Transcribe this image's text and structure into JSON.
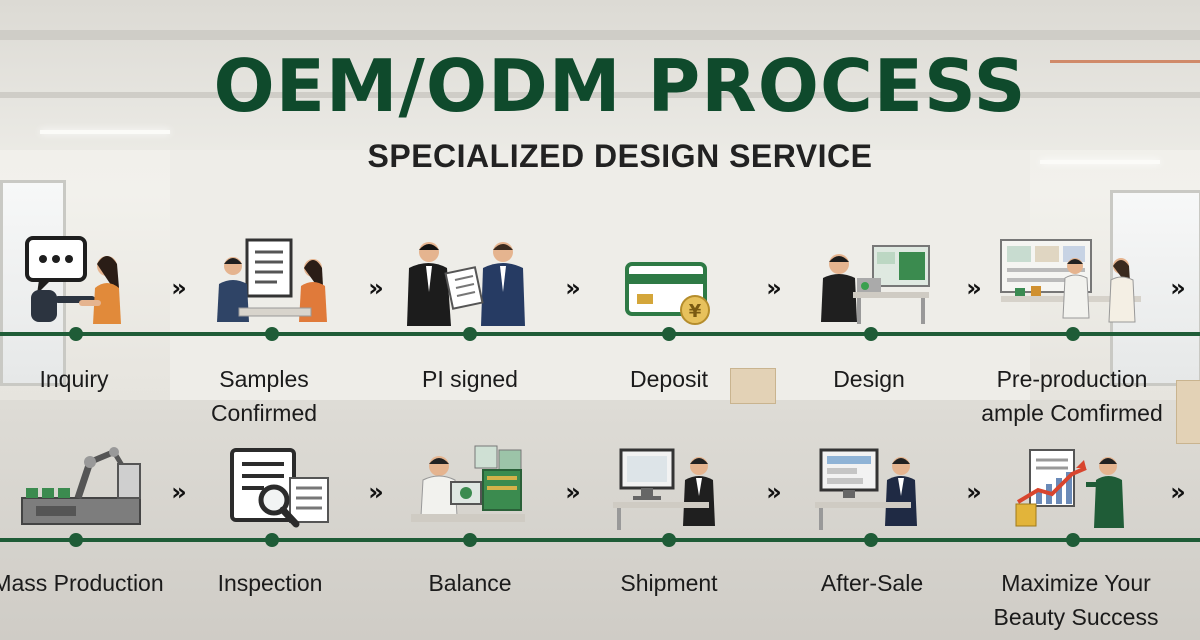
{
  "title": "OEM/ODM PROCESS",
  "subtitle": "SPECIALIZED DESIGN SERVICE",
  "chevron": "»",
  "rows": [
    {
      "steps": [
        {
          "label": "Inquiry",
          "icon": "chat-bubble-person-icon"
        },
        {
          "label": "Samples Confirmed",
          "icon": "meeting-document-icon"
        },
        {
          "label": "PI signed",
          "icon": "handshake-document-icon"
        },
        {
          "label": "Deposit",
          "icon": "credit-card-yen-icon"
        },
        {
          "label": "Design",
          "icon": "designer-desk-icon"
        },
        {
          "label": "Pre-production\nample Comfirmed",
          "icon": "review-board-icon"
        }
      ]
    },
    {
      "steps": [
        {
          "label": "Mass Production",
          "icon": "robot-arm-factory-icon"
        },
        {
          "label": "Inspection",
          "icon": "magnifier-document-icon"
        },
        {
          "label": "Balance",
          "icon": "accountant-desk-icon"
        },
        {
          "label": "Shipment",
          "icon": "computer-desk-icon"
        },
        {
          "label": "After-Sale",
          "icon": "support-desk-icon"
        },
        {
          "label": "Maximize Your\nBeauty Success",
          "icon": "growth-chart-presenter-icon"
        }
      ]
    }
  ],
  "colors": {
    "accent": "#1f5c37",
    "title": "#0f4a2c",
    "text": "#1b1b1b"
  }
}
